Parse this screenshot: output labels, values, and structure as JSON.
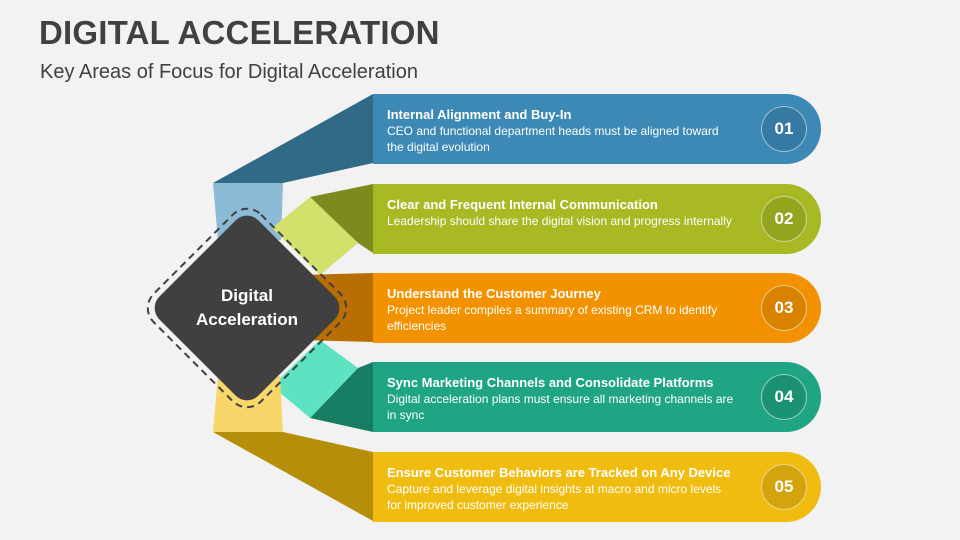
{
  "header": {
    "title": "DIGITAL ACCELERATION",
    "subtitle": "Key Areas of Focus for Digital Acceleration"
  },
  "center": {
    "line1": "Digital",
    "line2": "Acceleration",
    "color": "#404040"
  },
  "items": [
    {
      "number": "01",
      "title": "Internal Alignment and Buy-In",
      "description": "CEO and functional department heads must be aligned toward the digital evolution",
      "color": "#3d89b5",
      "dark": "#306a86",
      "light": "#8bbbd6",
      "circle": "#3679a2"
    },
    {
      "number": "02",
      "title": "Clear and Frequent Internal Communication",
      "description": "Leadership should share the digital vision and progress internally",
      "color": "#a8b924",
      "dark": "#7d8a1d",
      "light": "#d4e06c",
      "circle": "#94a41f"
    },
    {
      "number": "03",
      "title": "Understand the Customer Journey",
      "description": "Project leader compiles a summary of existing CRM to identify efficiencies",
      "color": "#f39200",
      "dark": "#b86e00",
      "light": "#f5b04a",
      "circle": "#d88200"
    },
    {
      "number": "04",
      "title": "Sync Marketing Channels and Consolidate Platforms",
      "description": "Digital acceleration plans must ensure all marketing channels are in sync",
      "color": "#1fa583",
      "dark": "#167c62",
      "light": "#5ee3c2",
      "circle": "#1b9173"
    },
    {
      "number": "05",
      "title": "Ensure Customer Behaviors are Tracked on Any Device",
      "description": "Capture and leverage digital insights at macro and micro levels for improved customer experience",
      "color": "#f0bc0f",
      "dark": "#b58e0a",
      "light": "#f8d66a",
      "circle": "#d3a40c"
    }
  ]
}
